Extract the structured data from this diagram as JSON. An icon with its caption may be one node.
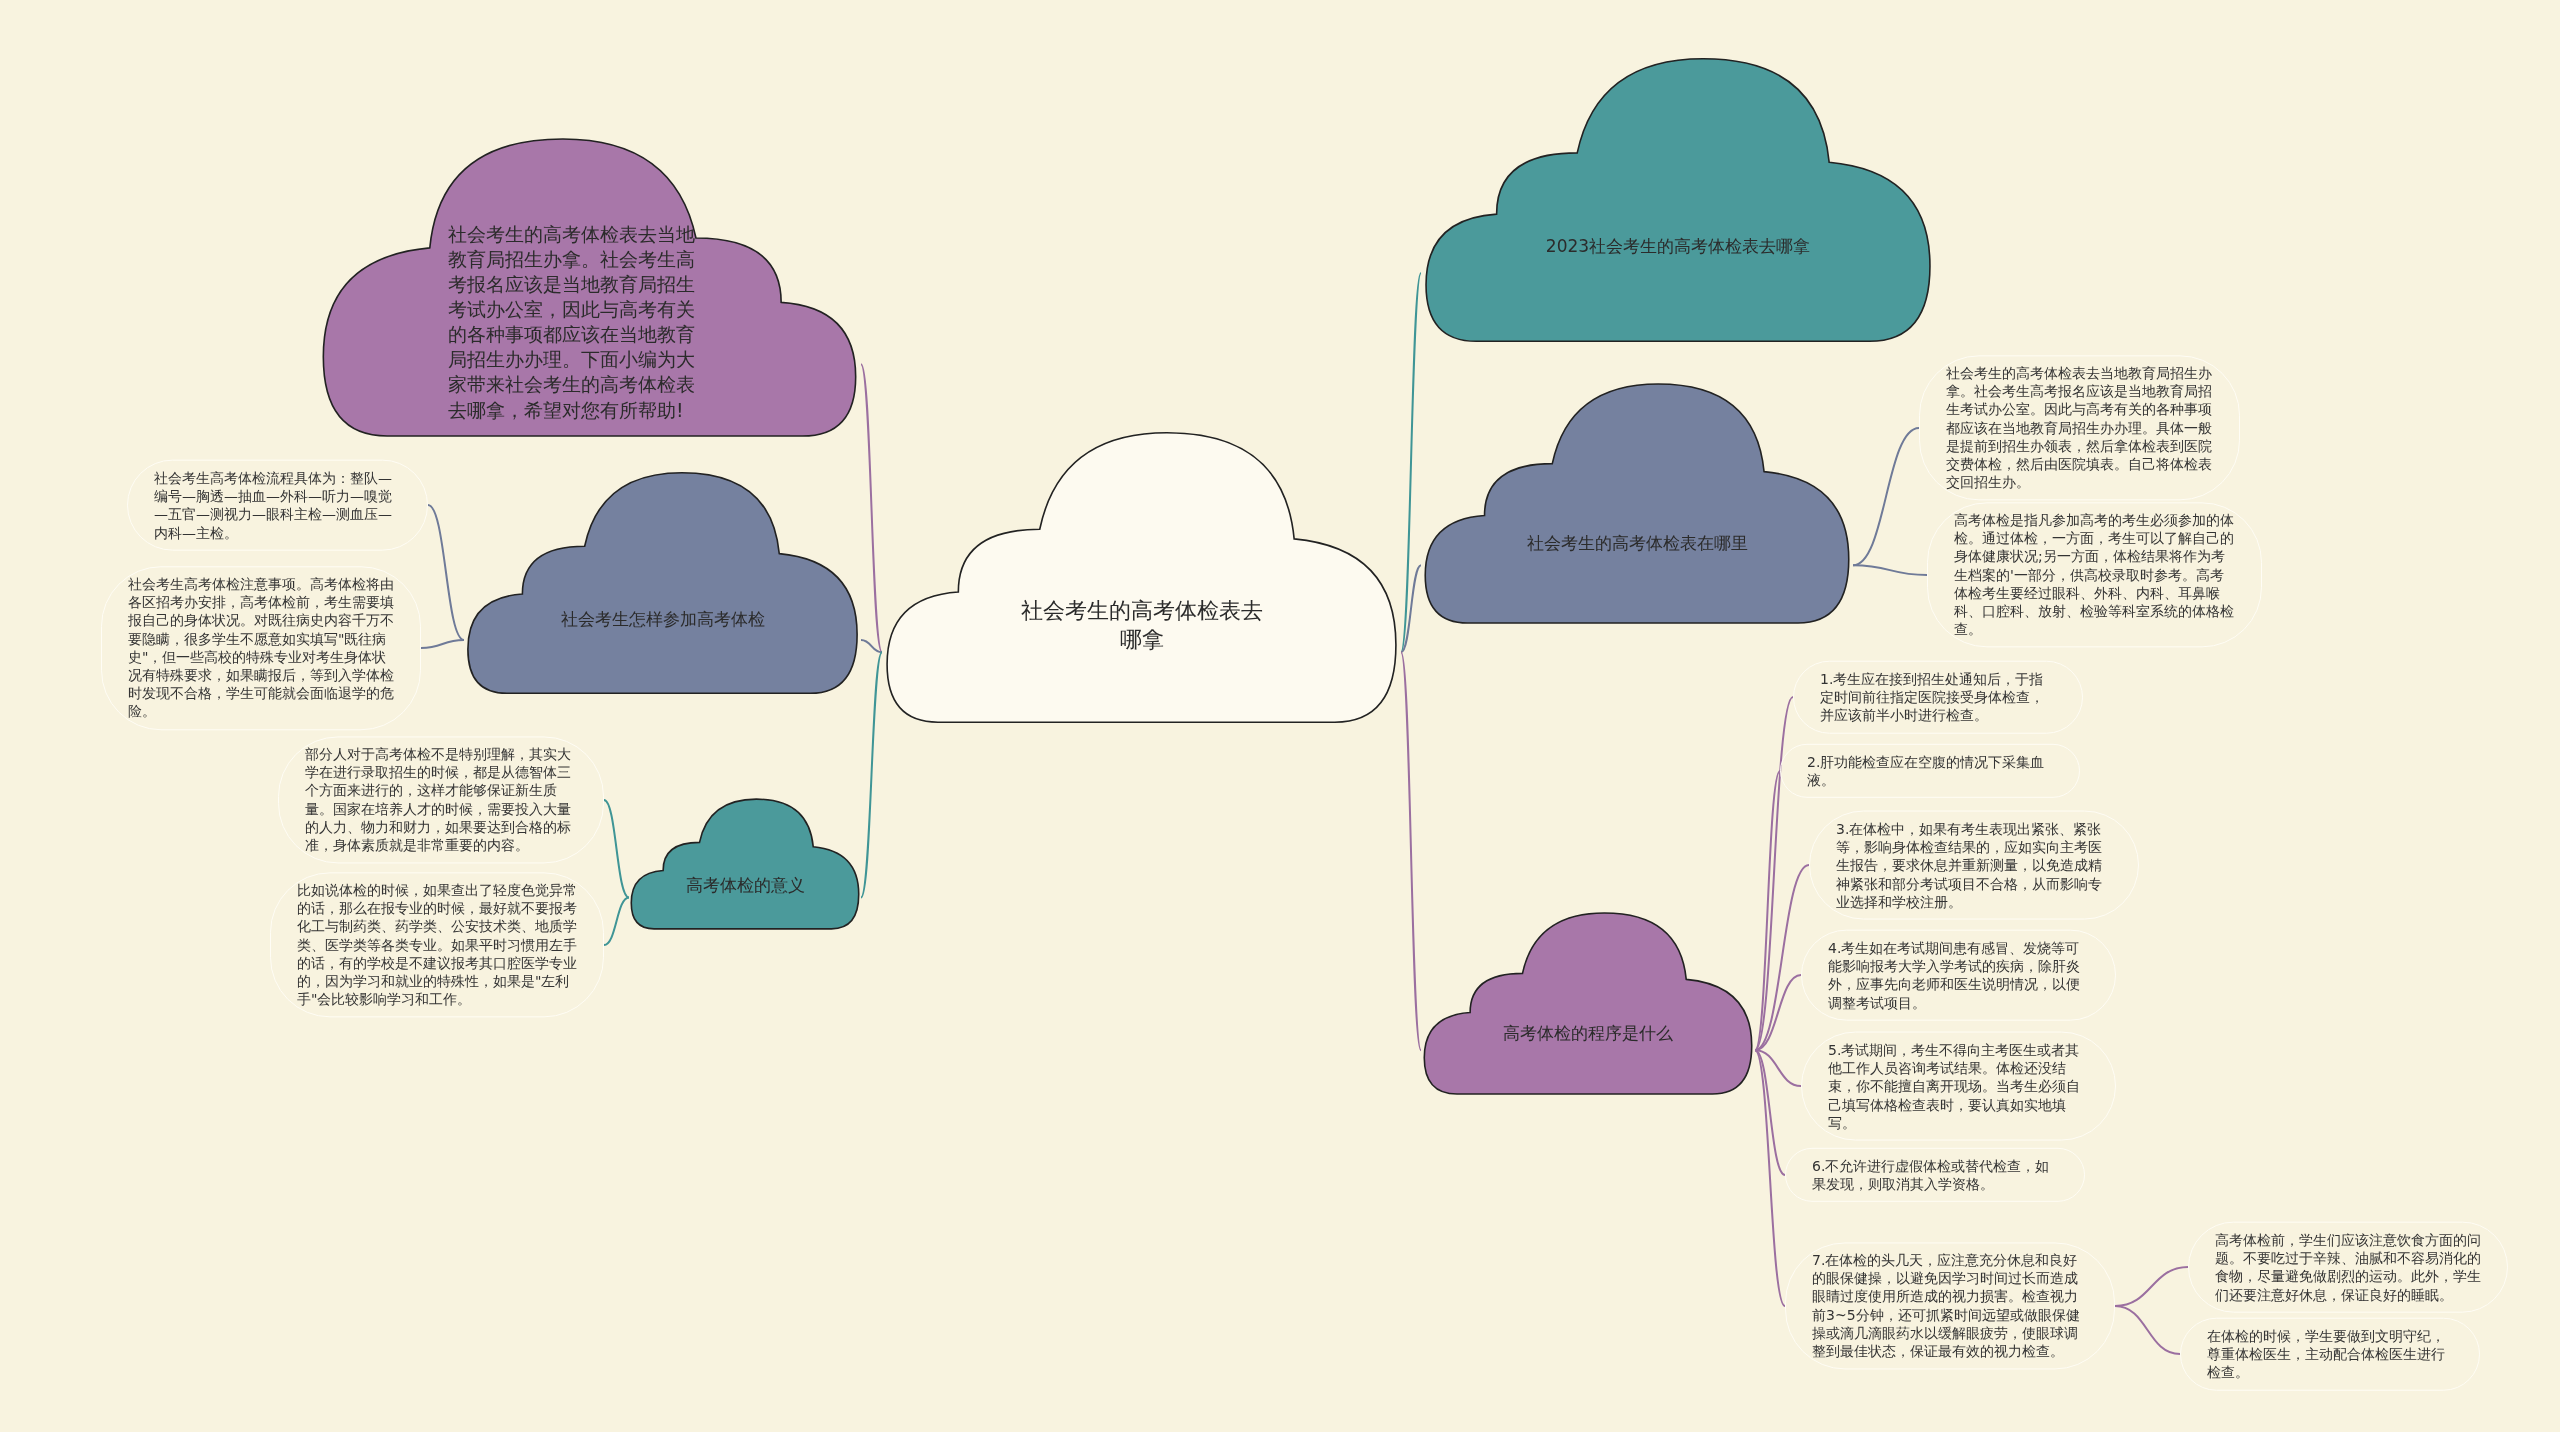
{
  "diagram": {
    "nodes": [
      {
        "text": [
          "社会考生的高考体检表去哪拿"
        ]
      },
      {
        "text": [
          "社会考生的高考体检表去当地教育局招生办拿。社会考生高考报名应该是当地教育局招生考试办公室，因此与高考有关的各种事项都应该在当地教育局招生办办理。下面小编为大家带来社会考生的高考体检表去哪拿，希望对您有所帮助!"
        ]
      },
      {
        "text": [
          "社会考生怎样参加高考体检"
        ]
      },
      {
        "text": [
          "社会考生高考体检流程具体为：整队—编号—胸透—抽血—外科—听力—嗅觉—五官—测视力—眼科主检—测血压—内科—主检。"
        ]
      },
      {
        "text": [
          "社会考生高考体检注意事项。高考体检将由各区招考办安排，高考体检前，考生需要填报自己的身体状况。对既往病史内容千万不要隐瞒，很多学生不愿意如实填写\"既往病史\"，但一些高校的特殊专业对考生身体状况有特殊要求，如果瞒报后，等到入学体检时发现不合格，学生可能就会面临退学的危险。"
        ]
      },
      {
        "text": [
          "高考体检的意义"
        ]
      },
      {
        "text": [
          "部分人对于高考体检不是特别理解，其实大学在进行录取招生的时候，都是从德智体三个方面来进行的，这样才能够保证新生质量。国家在培养人才的时候，需要投入大量的人力、物力和财力，如果要达到合格的标准，身体素质就是非常重要的内容。"
        ]
      },
      {
        "text": [
          "比如说体检的时候，如果查出了轻度色觉异常的话，那么在报专业的时候，最好就不要报考化工与制药类、药学类、公安技术类、地质学类、医学类等各类专业。如果平时习惯用左手的话，有的学校是不建议报考其口腔医学专业的，因为学习和就业的特殊性，如果是\"左利手\"会比较影响学习和工作。"
        ]
      },
      {
        "text": [
          "2023社会考生的高考体检表去哪拿"
        ]
      },
      {
        "text": [
          "社会考生的高考体检表在哪里"
        ]
      },
      {
        "text": [
          "社会考生的高考体检表去当地教育局招生办拿。社会考生高考报名应该是当地教育局招生考试办公室。因此与高考有关的各种事项都应该在当地教育局招生办办理。具体一般是提前到招生办领表，然后拿体检表到医院交费体检，然后由医院填表。自己将体检表交回招生办。"
        ]
      },
      {
        "text": [
          "高考体检是指凡参加高考的考生必须参加的体检。通过体检，一方面，考生可以了解自己的身体健康状况;另一方面，体检结果将作为考生档案的'一部分，供高校录取时参考。高考体检考生要经过眼科、外科、内科、耳鼻喉科、口腔科、放射、检验等科室系统的体格检查。"
        ]
      },
      {
        "text": [
          "高考体检的程序是什么"
        ]
      },
      {
        "text": [
          "1.考生应在接到招生处通知后，于指定时间前往指定医院接受身体检查，并应该前半小时进行检查。"
        ]
      },
      {
        "text": [
          "2.肝功能检查应在空腹的情况下采集血液。"
        ]
      },
      {
        "text": [
          "3.在体检中，如果有考生表现出紧张、紧张等，影响身体检查结果的，应如实向主考医生报告，要求休息并重新测量，以免造成精神紧张和部分考试项目不合格，从而影响专业选择和学校注册。"
        ]
      },
      {
        "text": [
          "4.考生如在考试期间患有感冒、发烧等可能影响报考大学入学考试的疾病，除肝炎外，应事先向老师和医生说明情况，以便调整考试项目。"
        ]
      },
      {
        "text": [
          "5.考试期间，考生不得向主考医生或者其他工作人员咨询考试结果。体检还没结束，你不能擅自离开现场。当考生必须自己填写体格检查表时，要认真如实地填写。"
        ]
      },
      {
        "text": [
          "6.不允许进行虚假体检或替代检查，如果发现，则取消其入学资格。"
        ]
      },
      {
        "text": [
          "7.在体检的头几天，应注意充分休息和良好的眼保健操，以避免因学习时间过长而造成眼睛过度使用所造成的视力损害。检查视力前3~5分钟，还可抓紧时间远望或做眼保健操或滴几滴眼药水以缓解眼疲劳，使眼球调整到最佳状态，保证最有效的视力检查。"
        ]
      },
      {
        "text": [
          "高考体检前，学生们应该注意饮食方面的问题。不要吃过于辛辣、油腻和不容易消化的食物，尽量避免做剧烈的运动。此外，学生们还要注意好休息，保证良好的睡眠。"
        ]
      },
      {
        "text": [
          "在体检的时候，学生要做到文明守纪，尊重体检医生，主动配合体检医生进行检查。"
        ]
      }
    ],
    "edges": [
      {
        "from": 0,
        "to": 1,
        "arrow": "none"
      },
      {
        "from": 0,
        "to": 2,
        "arrow": "none",
        "color": "#6f7a98"
      },
      {
        "from": 2,
        "to": 3,
        "arrow": "none",
        "color": "#6f7a98"
      },
      {
        "from": 2,
        "to": 4,
        "arrow": "none",
        "color": "#6f7a98"
      },
      {
        "from": 0,
        "to": 5,
        "arrow": "none",
        "color": "#3f9596"
      },
      {
        "from": 5,
        "to": 6,
        "arrow": "none",
        "color": "#3f9596"
      },
      {
        "from": 5,
        "to": 7,
        "arrow": "none",
        "color": "#3f9596"
      },
      {
        "from": 0,
        "to": 8,
        "arrow": "none",
        "color": "#3f9596"
      },
      {
        "from": 0,
        "to": 9,
        "arrow": "none",
        "color": "#6f7a98"
      },
      {
        "from": 9,
        "to": 10,
        "arrow": "none",
        "color": "#6f7a98"
      },
      {
        "from": 9,
        "to": 11,
        "arrow": "none",
        "color": "#6f7a98"
      },
      {
        "from": 0,
        "to": 12,
        "arrow": "none"
      },
      {
        "from": 12,
        "to": 13,
        "arrow": "none"
      },
      {
        "from": 12,
        "to": 14,
        "arrow": "none"
      },
      {
        "from": 12,
        "to": 15,
        "arrow": "none"
      },
      {
        "from": 12,
        "to": 16,
        "arrow": "none"
      },
      {
        "from": 12,
        "to": 17,
        "arrow": "none"
      },
      {
        "from": 12,
        "to": 18,
        "arrow": "none"
      },
      {
        "from": 12,
        "to": 19,
        "arrow": "none"
      },
      {
        "from": 19,
        "to": 20,
        "arrow": "none"
      },
      {
        "from": 19,
        "to": 21,
        "arrow": "none"
      }
    ]
  }
}
